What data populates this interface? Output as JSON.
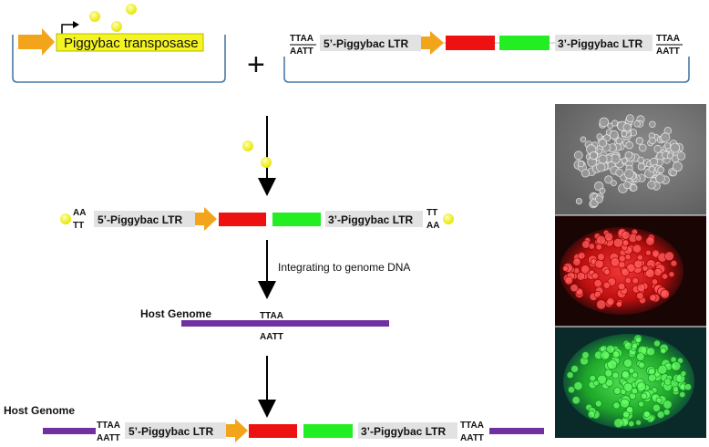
{
  "transposase_plasmid": {
    "label": "Piggybac transposase"
  },
  "donor_plasmid": {
    "left_site_top": "TTAA",
    "left_site_bottom": "AATT",
    "ltr5": "5’-Piggybac LTR",
    "ltr3": "3’-Piggybac LTR",
    "right_site_top": "TTAA",
    "right_site_bottom": "AATT"
  },
  "plus_sign": "+",
  "excised": {
    "left_top": "AA",
    "left_bottom": "TT",
    "ltr5": "5’-Piggybac LTR",
    "ltr3": "3’-Piggybac LTR",
    "right_top": "TT",
    "right_bottom": "AA"
  },
  "integration_step": "Integrating to genome DNA",
  "host": {
    "label": "Host Genome",
    "site_top": "TTAA",
    "site_bottom": "AATT"
  },
  "integrated": {
    "label": "Host Genome",
    "left_top": "TTAA",
    "left_bottom": "AATT",
    "ltr5": "5’-Piggybac LTR",
    "ltr3": "3’-Piggybac LTR",
    "right_top": "TTAA",
    "right_bottom": "AATT"
  },
  "colors": {
    "transposase": "#f4f422",
    "promoter_arrow": "#f2a51b",
    "reporter_red": "#ee1111",
    "reporter_green": "#22ee22",
    "host_dna": "#7030a0",
    "ltr_box": "#e2e2e2",
    "plasmid_line": "#4a7aa5",
    "yellow_dot": "#f0f000"
  },
  "micrographs": [
    "phase-contrast",
    "red-fluorescence",
    "green-fluorescence"
  ]
}
